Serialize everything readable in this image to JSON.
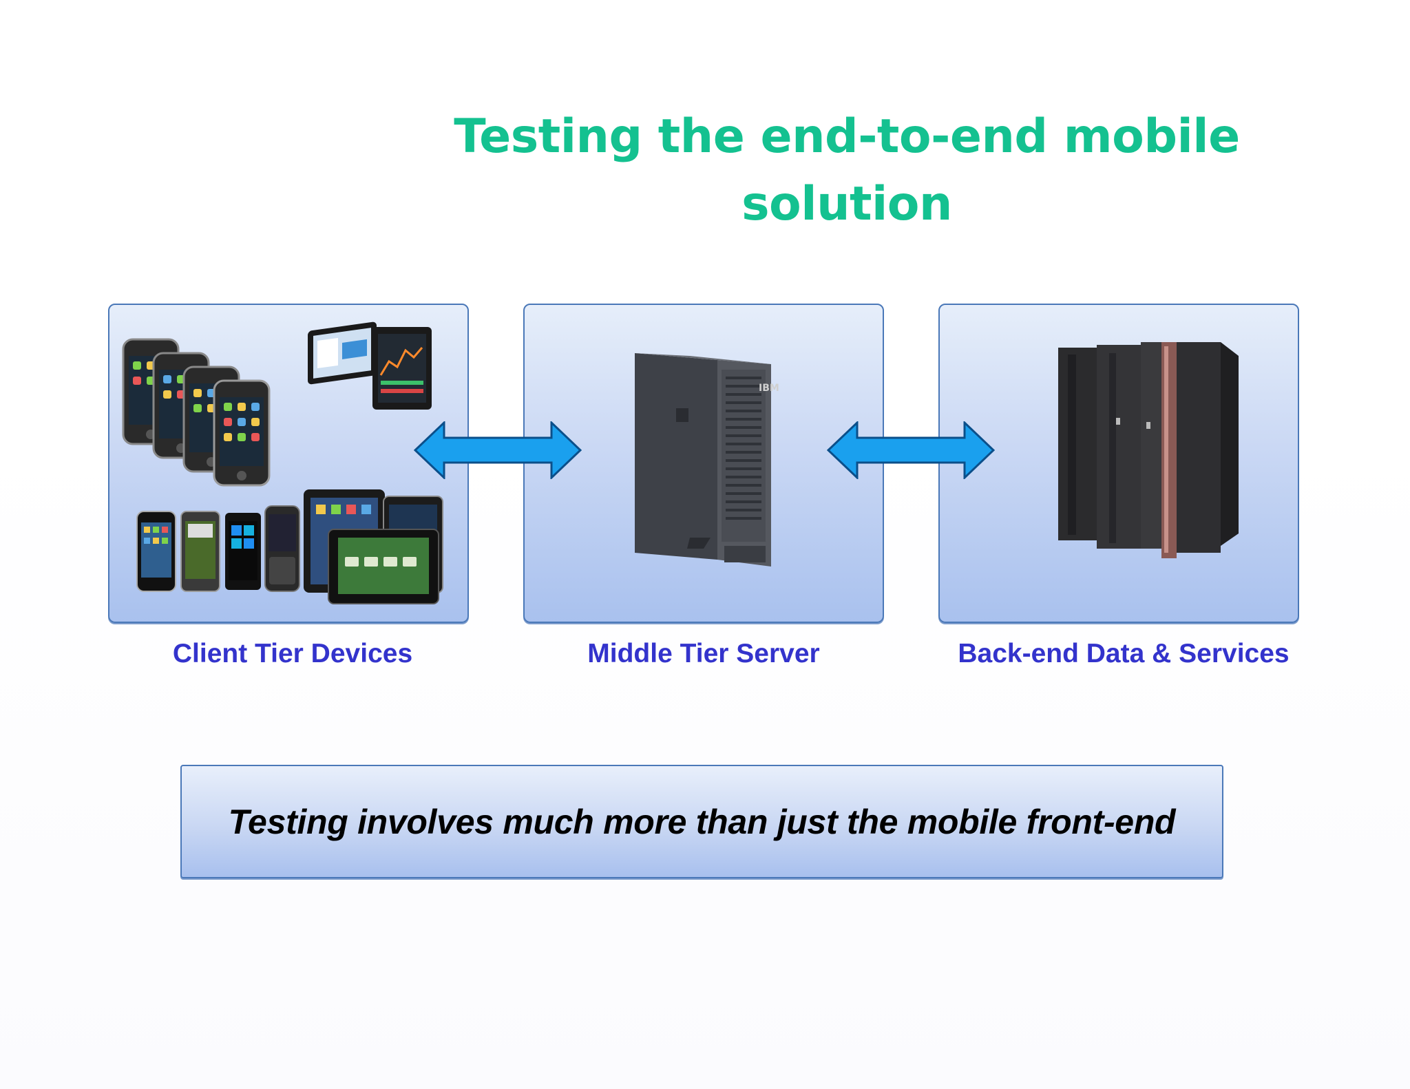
{
  "slide": {
    "title": "Testing the end-to-end mobile solution",
    "title_color": "#14c190"
  },
  "tiers": [
    {
      "label": "Client Tier Devices",
      "image": "mobile-devices-collage"
    },
    {
      "label": "Middle Tier Server",
      "image": "tower-server"
    },
    {
      "label": "Back-end Data & Services",
      "image": "mainframe-rack"
    }
  ],
  "connectors": [
    {
      "from": "Client Tier Devices",
      "to": "Middle Tier Server",
      "icon": "double-arrow-icon"
    },
    {
      "from": "Middle Tier Server",
      "to": "Back-end Data & Services",
      "icon": "double-arrow-icon"
    }
  ],
  "callout": {
    "text": "Testing involves much more than just the mobile front-end"
  },
  "colors": {
    "label": "#3333cc",
    "arrow": "#1aa0ee",
    "box_border": "#4a78b8"
  }
}
